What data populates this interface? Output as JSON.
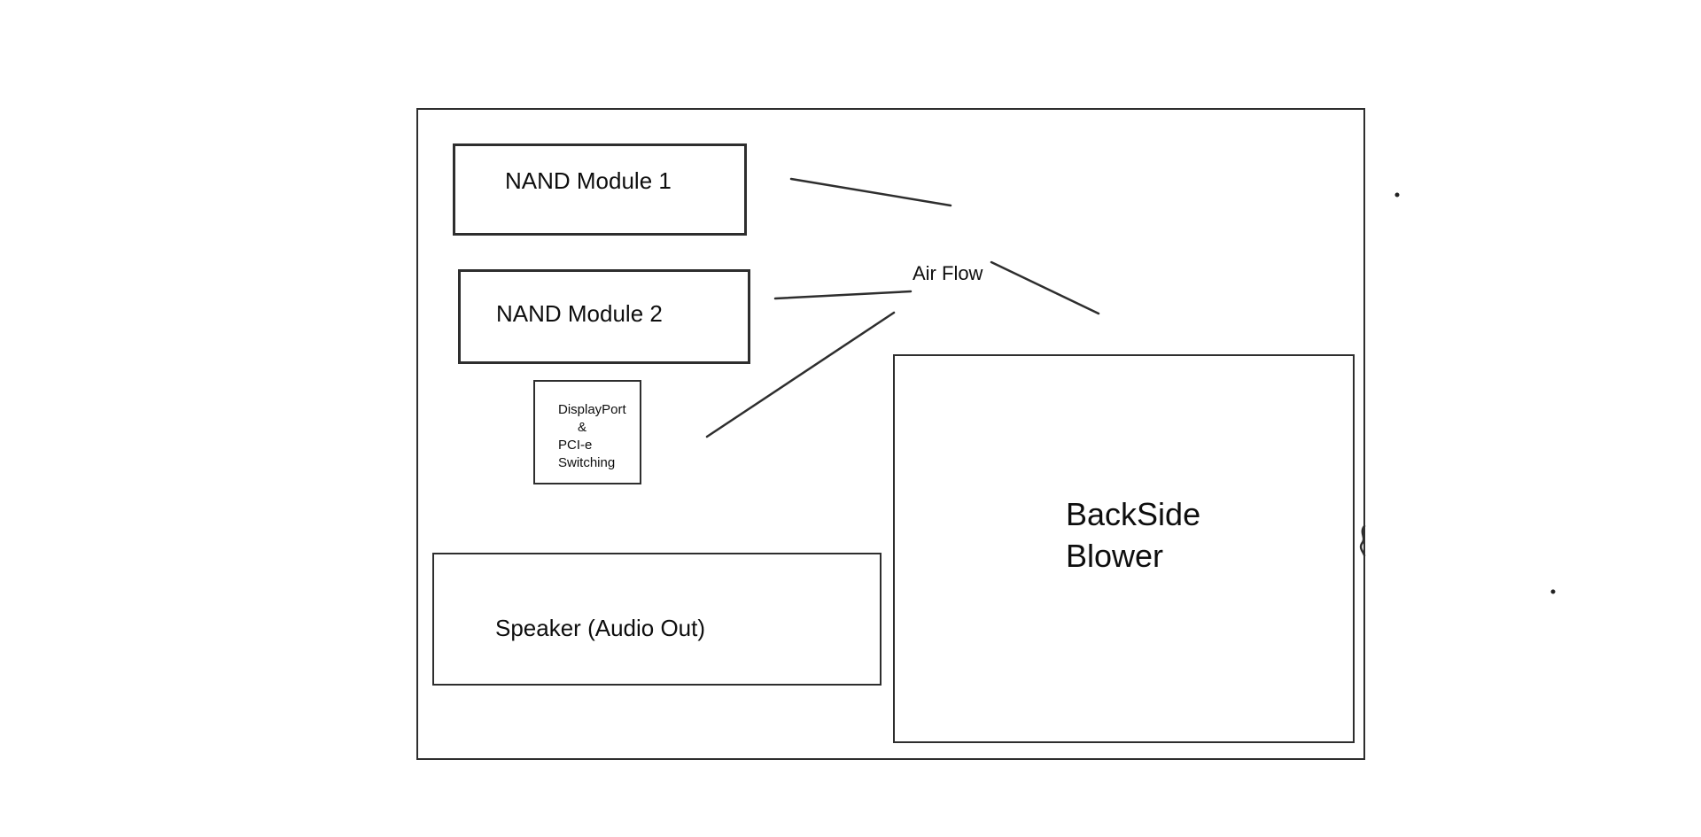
{
  "diagram": {
    "description_boxes": {
      "nand1": {
        "label": "NAND Module 1"
      },
      "nand2": {
        "label": "NAND Module 2"
      },
      "displayport": {
        "lines": [
          "DisplayPort",
          "&",
          "PCI-e",
          "Switching"
        ]
      },
      "speaker": {
        "label": "Speaker (Audio Out)"
      },
      "blower": {
        "lines": [
          "BackSide",
          "Blower"
        ]
      }
    },
    "labels": {
      "air_flow": "Air Flow"
    },
    "colors": {
      "stroke": "#2e2e2e",
      "text": "#0e0e0e",
      "background": "#ffffff"
    }
  }
}
